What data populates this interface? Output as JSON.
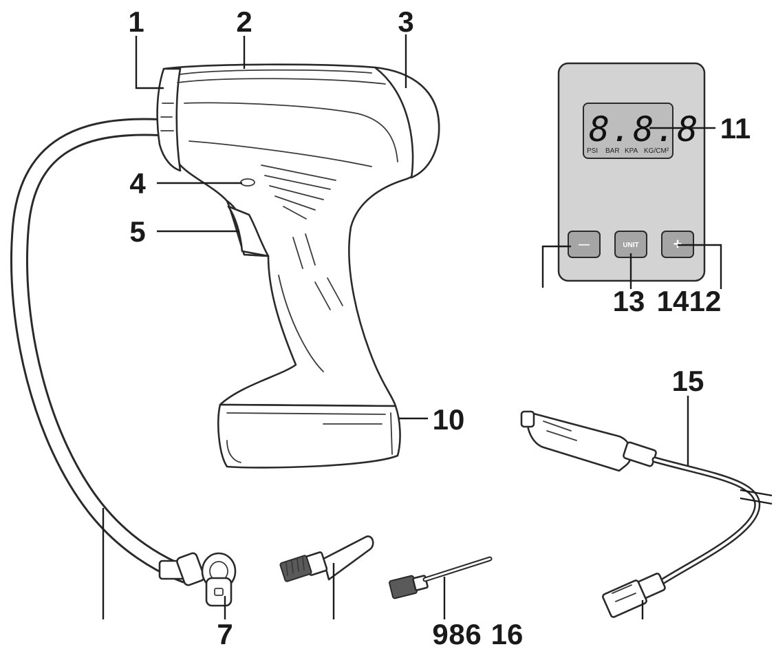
{
  "callouts": {
    "c1": "1",
    "c2": "2",
    "c3": "3",
    "c4": "4",
    "c5": "5",
    "c7": "7",
    "c9": "9",
    "c8": "8",
    "c6": "6",
    "c10": "10",
    "c11": "11",
    "c12": "12",
    "c13": "13",
    "c14": "14",
    "c15": "15",
    "c16": "16"
  },
  "display": {
    "readout": "8.8.8",
    "units": [
      "PSI",
      "BAR",
      "KPA",
      "KG/CM²"
    ]
  },
  "buttons": {
    "minus": "—",
    "unit": "UNIT",
    "plus": "+"
  }
}
